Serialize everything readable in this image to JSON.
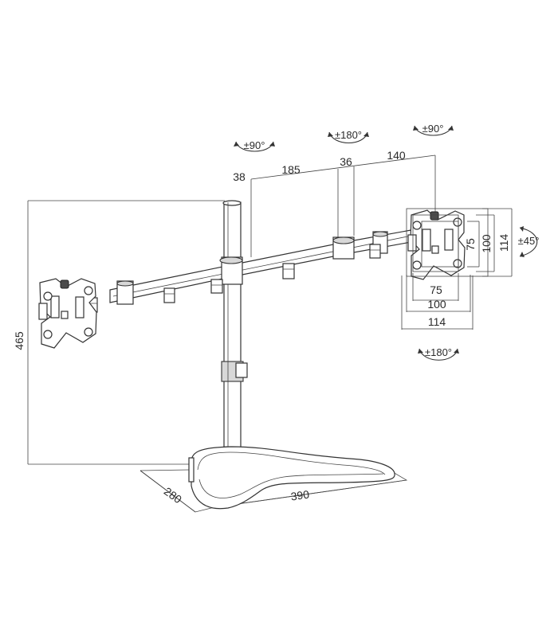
{
  "diagram": {
    "rotations": {
      "left_tilt": "±90°",
      "center_swivel": "±180°",
      "right_tilt": "±90°",
      "right_plate_swivel": "±180°",
      "right_plate_tilt": "±45°"
    },
    "dimensions": {
      "arm_segment_1": "38",
      "arm_segment_2": "185",
      "arm_segment_3": "36",
      "arm_segment_4": "140",
      "vesa_75_horizontal": "75",
      "vesa_100_horizontal": "100",
      "vesa_114_horizontal": "114",
      "vesa_75_vertical": "75",
      "vesa_100_vertical": "100",
      "vesa_114_vertical": "114",
      "height": "465",
      "base_depth": "280",
      "base_width": "390"
    }
  }
}
